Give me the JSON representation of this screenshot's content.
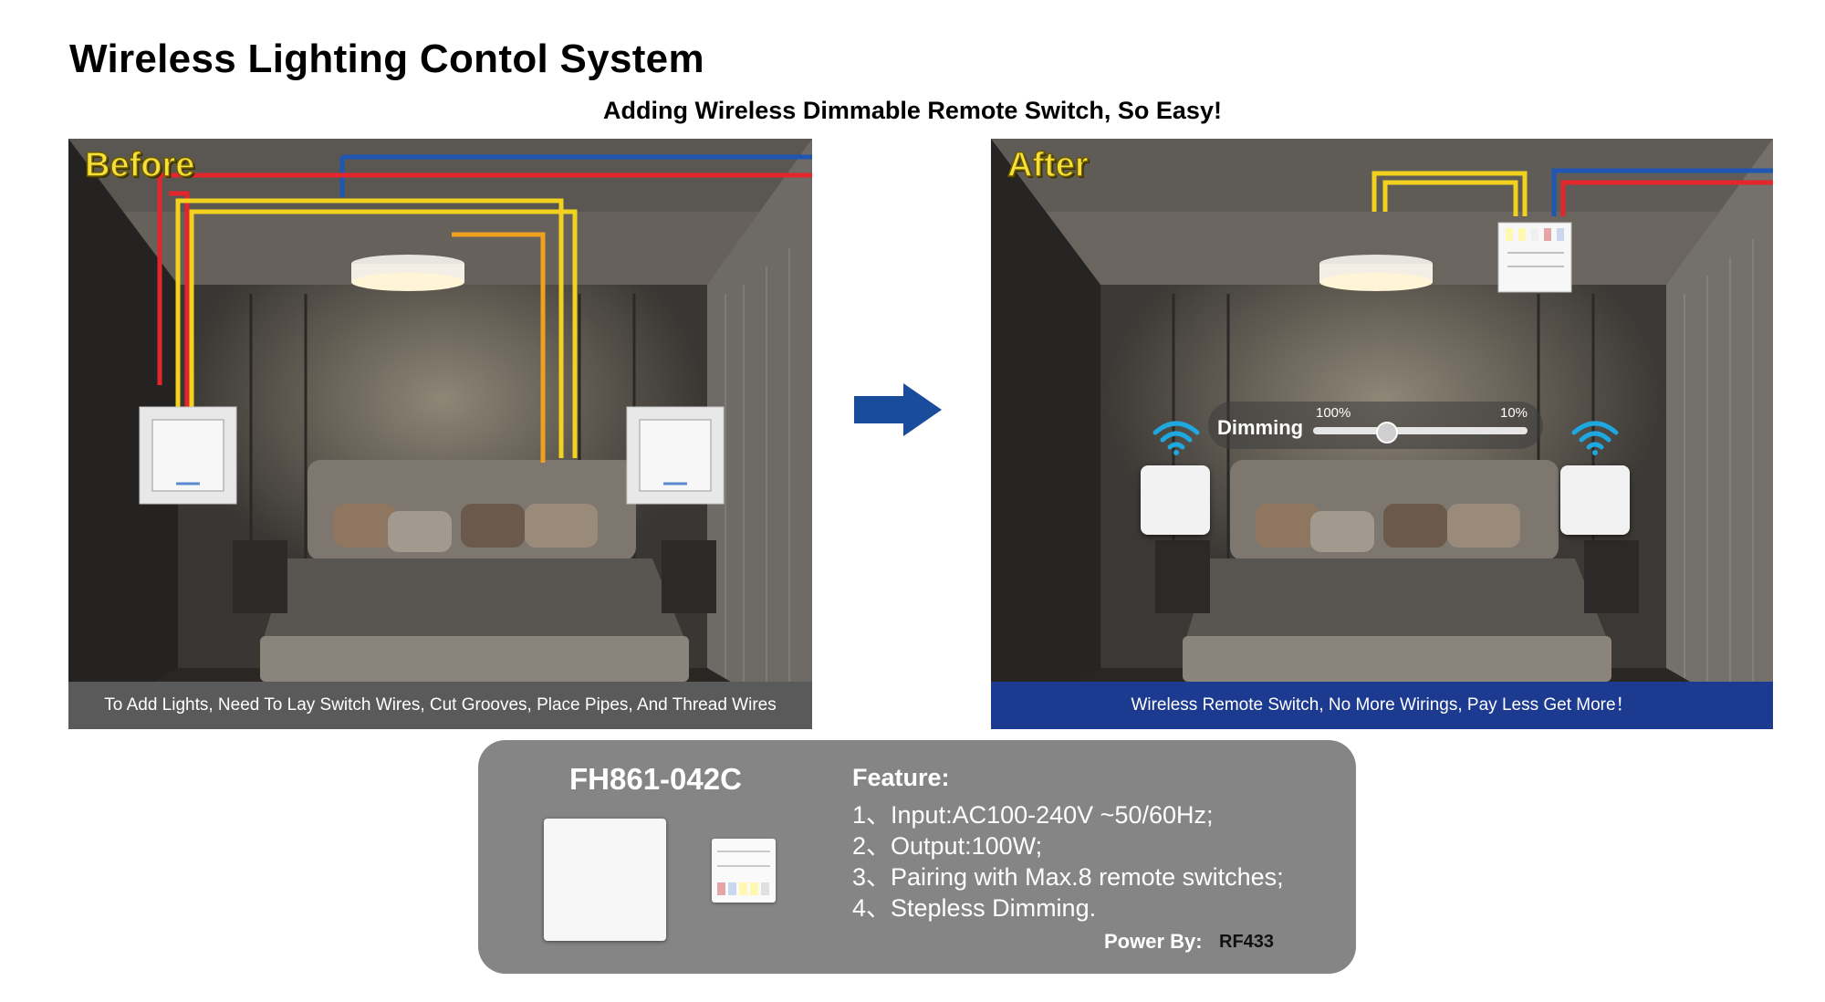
{
  "header": {
    "title": "Wireless Lighting Contol System",
    "subtitle": "Adding Wireless Dimmable Remote Switch, So Easy!"
  },
  "before_panel": {
    "label": "Before",
    "caption": "To Add Lights, Need To Lay Switch Wires, Cut Grooves, Place Pipes, And Thread Wires"
  },
  "after_panel": {
    "label": "After",
    "caption": "Wireless Remote Switch, No More Wirings, Pay Less Get More！",
    "dimming": {
      "label": "Dimming",
      "left_pct": "100%",
      "right_pct": "10%"
    }
  },
  "product": {
    "model": "FH861-042C",
    "feature_title": "Feature:",
    "features": [
      "1、Input:AC100-240V ~50/60Hz;",
      "2、Output:100W;",
      "3、Pairing with Max.8 remote switches;",
      "4、Stepless Dimming."
    ],
    "power_label": "Power By:",
    "power_value": "RF433"
  },
  "colors": {
    "after_caption_bg": "#1d3a91",
    "before_caption_bg": "#5a5a5a",
    "arrow": "#1a4c9c",
    "wire_red": "#e3262b",
    "wire_blue": "#1f56b3",
    "wire_yellow": "#f2d21f",
    "wire_orange": "#f0a020",
    "wifi": "#1fa8e0"
  },
  "icons": [
    "arrow-right-icon",
    "wifi-icon"
  ]
}
